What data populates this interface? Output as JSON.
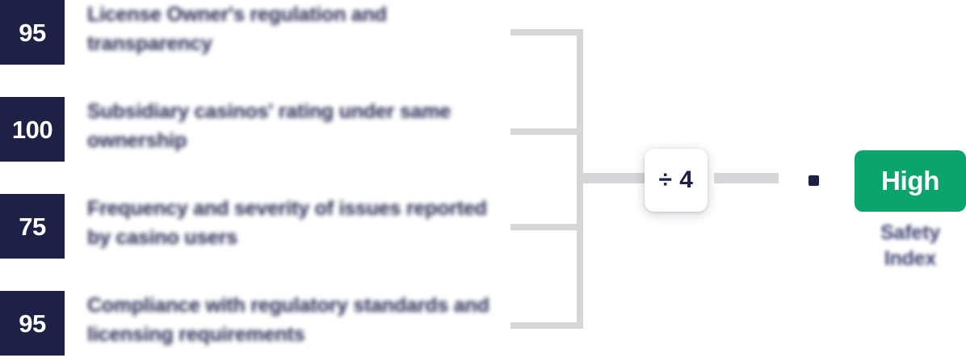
{
  "diagram": {
    "type": "formula-bracket",
    "operator": "÷ 4",
    "equals_marker": "equals-square",
    "criteria": [
      {
        "score": "95",
        "label": "License Owner's regulation and transparency"
      },
      {
        "score": "100",
        "label": "Subsidiary casinos' rating under same ownership"
      },
      {
        "score": "75",
        "label": "Frequency and severity of issues reported by casino users"
      },
      {
        "score": "95",
        "label": "Compliance with regulatory standards and licensing requirements"
      }
    ],
    "result": {
      "value": "High",
      "caption": "Safety Index"
    }
  },
  "colors": {
    "score_chip_bg": "#1e2045",
    "score_chip_text": "#ffffff",
    "label_text": "#262a52",
    "bracket": "#d6d6d8",
    "operator_text": "#1e2045",
    "result_badge_bg": "#0aa46c",
    "result_badge_text": "#ffffff",
    "result_caption_text": "#3a3f70",
    "page_bg": "#ffffff"
  }
}
